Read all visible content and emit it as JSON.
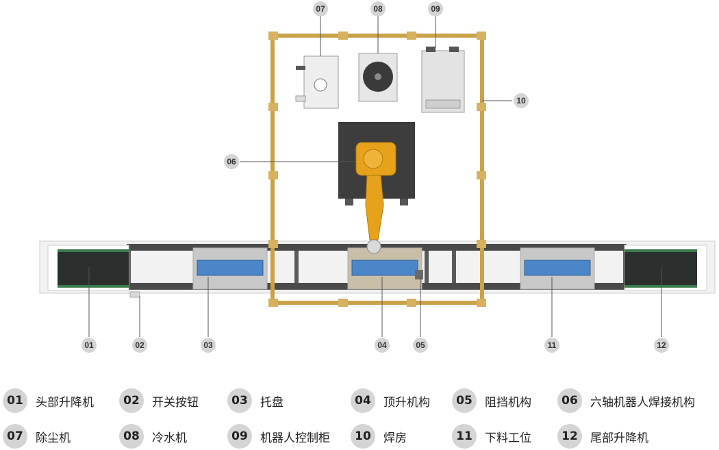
{
  "callouts": {
    "c01": "01",
    "c02": "02",
    "c03": "03",
    "c04": "04",
    "c05": "05",
    "c06": "06",
    "c07": "07",
    "c08": "08",
    "c09": "09",
    "c10": "10",
    "c11": "11",
    "c12": "12"
  },
  "legend": [
    {
      "num": "01",
      "label": "头部升降机"
    },
    {
      "num": "02",
      "label": "开关按钮"
    },
    {
      "num": "03",
      "label": "托盘"
    },
    {
      "num": "04",
      "label": "顶升机构"
    },
    {
      "num": "05",
      "label": "阻挡机构"
    },
    {
      "num": "06",
      "label": "六轴机器人焊接机构"
    },
    {
      "num": "07",
      "label": "除尘机"
    },
    {
      "num": "08",
      "label": "冷水机"
    },
    {
      "num": "09",
      "label": "机器人控制柜"
    },
    {
      "num": "10",
      "label": "焊房"
    },
    {
      "num": "11",
      "label": "下料工位"
    },
    {
      "num": "12",
      "label": "尾部升降机"
    }
  ],
  "colors": {
    "frame": "#c9a24a",
    "conveyor_belt": "#2b2f2e",
    "conveyor_green": "#3b7a4a",
    "pallet_blue": "#4a86c8",
    "pallet_grey": "#bdbdbd",
    "robot": "#e6a21a",
    "dark_base": "#3d3d3d",
    "badge_bg": "#d4d4d4"
  }
}
